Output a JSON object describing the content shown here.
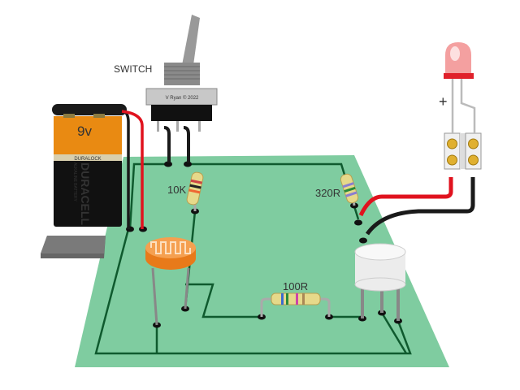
{
  "labels": {
    "switch": "SWITCH",
    "switch_credit": "V Ryan © 2022",
    "battery_voltage": "9v",
    "battery_brand_band": "DURALOCK",
    "battery_brand": "DURACELL",
    "battery_type": "ALKALINE BATTERY",
    "resistor_10k": "10K",
    "resistor_320r": "320R",
    "resistor_100r": "100R",
    "led_positive": "+"
  },
  "colors": {
    "pcb": "#7fcca0",
    "trace": "#0f5a2e",
    "wire_red": "#e0121e",
    "wire_black": "#1a1a1a",
    "battery_orange": "#e98a12",
    "led": "#f08080"
  }
}
